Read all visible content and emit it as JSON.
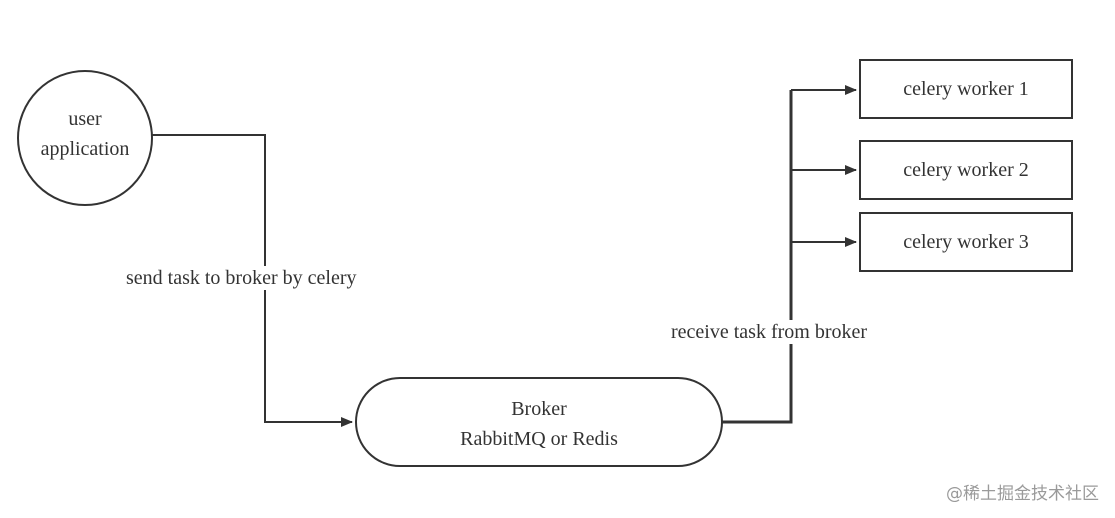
{
  "nodes": {
    "user_app": {
      "line1": "user",
      "line2": "application"
    },
    "broker": {
      "line1": "Broker",
      "line2": "RabbitMQ or Redis"
    },
    "workers": [
      {
        "label": "celery worker 1"
      },
      {
        "label": "celery worker 2"
      },
      {
        "label": "celery worker 3"
      }
    ]
  },
  "edges": {
    "send_label": "send task to broker by celery",
    "receive_label": "receive task from broker"
  },
  "watermark": "@稀土掘金技术社区",
  "colors": {
    "stroke": "#333333",
    "text": "#333333",
    "background": "#ffffff",
    "watermark": "#9a9a9a"
  }
}
